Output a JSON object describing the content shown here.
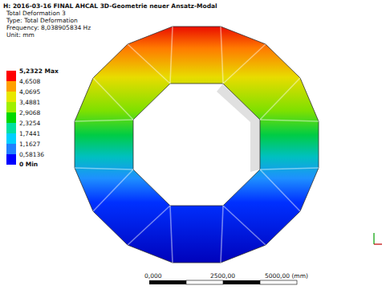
{
  "diagram": {
    "title": "H: 2016-03-16 FINAL AHCAL 3D-Geometrie neuer Ansatz-Modal",
    "labels": [
      "Total Deformation 3",
      "Type: Total Deformation",
      "Frequency: 8,038905834 Hz",
      "Unit: mm",
      "5,2322 Max",
      "4,6508",
      "4,0695",
      "3,4881",
      "2,9068",
      "2,3254",
      "1,7441",
      "1,1627",
      "0,58136",
      "0 Min",
      "0,000",
      "2500,00",
      "5000,00 (mm)"
    ]
  }
}
